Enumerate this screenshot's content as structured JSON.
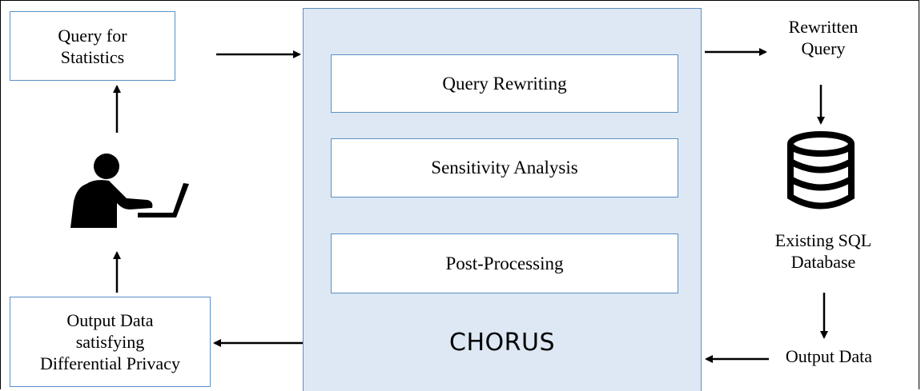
{
  "user_side": {
    "query_box": [
      "Query for",
      "Statistics"
    ],
    "output_box": [
      "Output Data",
      "satisfying",
      "Differential Privacy"
    ]
  },
  "chorus": {
    "title": "CHORUS",
    "stages": [
      "Query Rewriting",
      "Sensitivity Analysis",
      "Post-Processing"
    ]
  },
  "database_side": {
    "rewritten_query": [
      "Rewritten",
      "Query"
    ],
    "database": [
      "Existing SQL",
      "Database"
    ],
    "output": "Output Data"
  },
  "icons": [
    "user-at-laptop-icon",
    "database-icon"
  ],
  "colors": {
    "box_border": "#5b8fc7",
    "chorus_fill": "#dde8f4"
  }
}
